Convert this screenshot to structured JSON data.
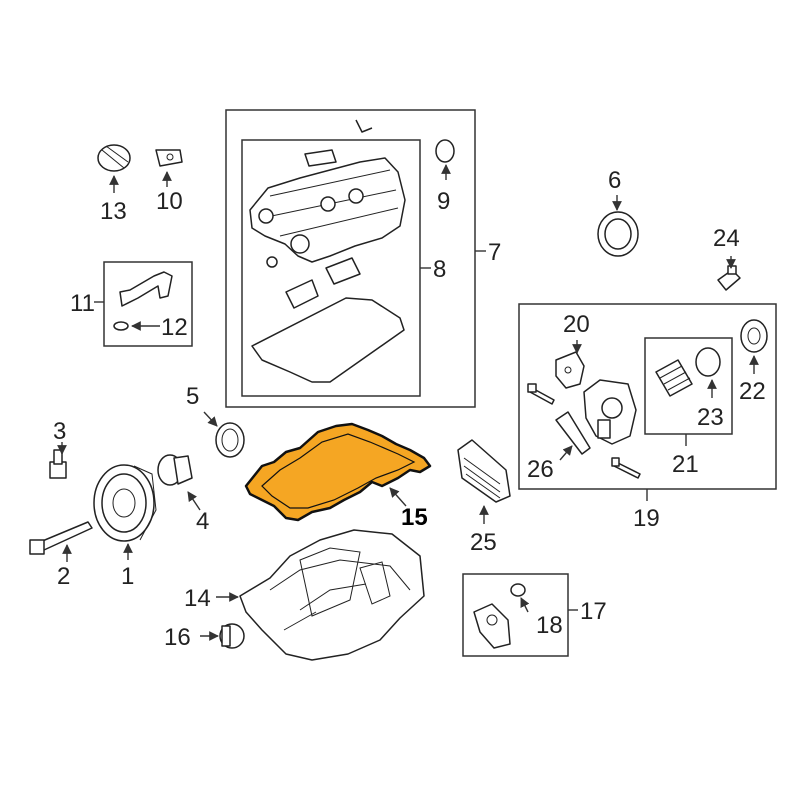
{
  "highlight_color": "#f5a623",
  "callouts": {
    "c1": "1",
    "c2": "2",
    "c3": "3",
    "c4": "4",
    "c5": "5",
    "c6": "6",
    "c7": "7",
    "c8": "8",
    "c9": "9",
    "c10": "10",
    "c11": "11",
    "c12": "12",
    "c13": "13",
    "c14": "14",
    "c15": "15",
    "c16": "16",
    "c17": "17",
    "c18": "18",
    "c19": "19",
    "c20": "20",
    "c21": "21",
    "c22": "22",
    "c23": "23",
    "c24": "24",
    "c25": "25",
    "c26": "26"
  },
  "highlighted_part": "15"
}
